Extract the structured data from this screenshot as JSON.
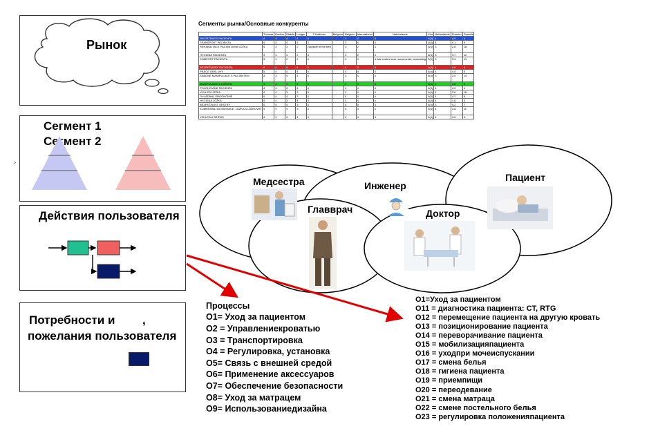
{
  "market": {
    "label": "Рынок"
  },
  "segments": {
    "line1": "Сегмент 1",
    "line2": "Сегмент 2"
  },
  "actions": {
    "label": "Действия пользователя"
  },
  "needs": {
    "line1": "Потребности и",
    "comma": ",",
    "line2": "пожелания пользователя"
  },
  "table": {
    "title": "Сегменты рынка/Основные конкуренты",
    "columns": [
      "",
      "Thomas",
      "Decker",
      "Stabile",
      "Ludger",
      "T.Hartman",
      "Belgium",
      "Belgium",
      "International",
      "Netherlands",
      "Kim",
      "Netherlands",
      "Premier",
      "Paradis"
    ],
    "rows": [
      {
        "style": "blue",
        "cells": [
          "REGISTRACE PACIENTA",
          "4",
          "4",
          "4",
          "4",
          "4",
          "",
          "4",
          "4",
          "4",
          "4(4)",
          "4",
          "4.0",
          "4"
        ]
      },
      {
        "style": "",
        "cells": [
          "TRANSPORT PACIENTA",
          "4",
          "4",
          "4",
          "4",
          "3",
          "",
          "3",
          "4",
          "4",
          "4(4)",
          "4",
          "4.1",
          "9"
        ]
      },
      {
        "style": "tall",
        "cells": [
          "REHABILITACE PACIENTA NA LŮŽKU",
          "4",
          "3",
          "3",
          "2",
          "2outside of the bed",
          "",
          "3",
          "2",
          "4",
          "3(3)",
          "3",
          "2.8",
          "18"
        ]
      },
      {
        "style": "",
        "cells": [
          "HYGIENA PACIENTA",
          "3",
          "4",
          "4",
          "2",
          "4",
          "",
          "4",
          "2",
          "4",
          "5(4)",
          "3",
          "3.7",
          "12"
        ]
      },
      {
        "style": "tall",
        "cells": [
          "KOMFORT PACIENTA",
          "3",
          "4",
          "2",
          "2",
          "4",
          "",
          "4",
          "3",
          "It has control over movements, aomuating",
          "3(3)",
          "3",
          "3.3",
          "13"
        ]
      },
      {
        "style": "red",
        "cells": [
          "BEZPEČNOST PACIENTA",
          "4",
          "4",
          "4",
          "4",
          "4",
          "",
          "4",
          "4",
          "4",
          "4(4)",
          "4",
          "4.0",
          "4"
        ]
      },
      {
        "style": "",
        "cells": [
          "PRÁCE OBSLUHY",
          "5",
          "4",
          "4",
          "4",
          "5",
          "",
          "4",
          "4",
          "4",
          "4(4)",
          "4",
          "4.0",
          "5"
        ]
      },
      {
        "style": "tall",
        "cells": [
          "SNADNÉ MANIPULACE S PACIENTEM",
          "3",
          "3",
          "4",
          "4",
          "4",
          "",
          "3",
          "4",
          "4",
          "5(4)",
          "3",
          "3.0",
          "14"
        ]
      },
      {
        "style": "green",
        "cells": [
          "MANIPULACE S LŮŽKEM",
          "4",
          "4",
          "4",
          "4",
          "4",
          "",
          "4",
          "4",
          "4",
          "4(4)",
          "4",
          "4.0",
          "4"
        ]
      },
      {
        "style": "",
        "cells": [
          "POLOHOVÁNÍ PACIENTA",
          "4",
          "4",
          "4",
          "4",
          "4",
          "",
          "4",
          "4",
          "4",
          "4(4)",
          "4",
          "4.0",
          "4"
        ]
      },
      {
        "style": "",
        "cells": [
          "VÝHLED LŮŽKA",
          "4",
          "4",
          "3",
          "3",
          "3",
          "",
          "3",
          "4",
          "4",
          "4(4)",
          "4",
          "3.6",
          "16"
        ]
      },
      {
        "style": "",
        "cells": [
          "OVLÁDÁNÍ, ERGONOMIE",
          "4",
          "4",
          "4",
          "3",
          "4",
          "",
          "4",
          "4",
          "4",
          "3(3)",
          "4",
          "4.2",
          "8"
        ]
      },
      {
        "style": "",
        "cells": [
          "HYGIENA LŮŽKA",
          "4",
          "4",
          "3",
          "4",
          "4",
          "",
          "4",
          "4",
          "4",
          "4(4)",
          "4",
          "4.0",
          "4"
        ]
      },
      {
        "style": "",
        "cells": [
          "BEZPEČNOST SESTRY",
          "4",
          "4",
          "4",
          "3",
          "4",
          "",
          "4",
          "5",
          "4",
          "4(4)",
          "3",
          "4.2",
          "7"
        ]
      },
      {
        "style": "tall",
        "cells": [
          "KOMPATIBILITA MATRACE, LŮŽKA A LŮŽKOVIN",
          "4",
          "4",
          "4",
          "3",
          "3",
          "",
          "4",
          "4",
          "4",
          "4(4)",
          "4",
          "3.8",
          "11"
        ]
      },
      {
        "style": "",
        "cells": [
          "VZHLED A SERVIS",
          "4",
          "4",
          "4",
          "4",
          "4",
          "",
          "4",
          "4",
          "4",
          "4(4)",
          "4",
          "4.0",
          "4"
        ]
      }
    ]
  },
  "roles": {
    "nurse": "Медсестра",
    "engineer": "Инженер",
    "patient": "Пациент",
    "head": "Главврач",
    "doctor": "Доктор"
  },
  "processes": {
    "title": "Процессы",
    "items": [
      "О1= Уход за пациентом",
      "О2 = Управлениекроватью",
      "О3 = Транспортировка",
      "О4 = Регулировка, установка",
      "О5= Связь с внешней средой",
      "О6= Применение аксессуаров",
      "О7= Обеспечение безопасности",
      "О8= Уход за матрацем",
      "О9= Использованиедизайна"
    ]
  },
  "operations": [
    "О1=Уход за пациентом",
    "О11 = диагностика пациента: CT, RTG",
    "О12 = перемещение пациента на другую кровать",
    "О13 = позиционирование пациента",
    "О14 = переворачивание пациента",
    "О15 = мобилизацияпациента",
    "О16 = уходпри мочеиспускании",
    "О17 = смена белья",
    "О18 = гигиена пациента",
    "О19 = приемпищи",
    "О20 = переодевание",
    "О21 = смена матраца",
    "О22 = смене постельного белья",
    "О23 = регулировка положенияпациента"
  ],
  "colors": {
    "pyramid_blue": "#c5c8f2",
    "pyramid_red": "#f7bcbc",
    "flow_green": "#20c090",
    "flow_red": "#f06060",
    "flow_navy": "#0a1a6a",
    "arrow_red": "#e00000"
  }
}
